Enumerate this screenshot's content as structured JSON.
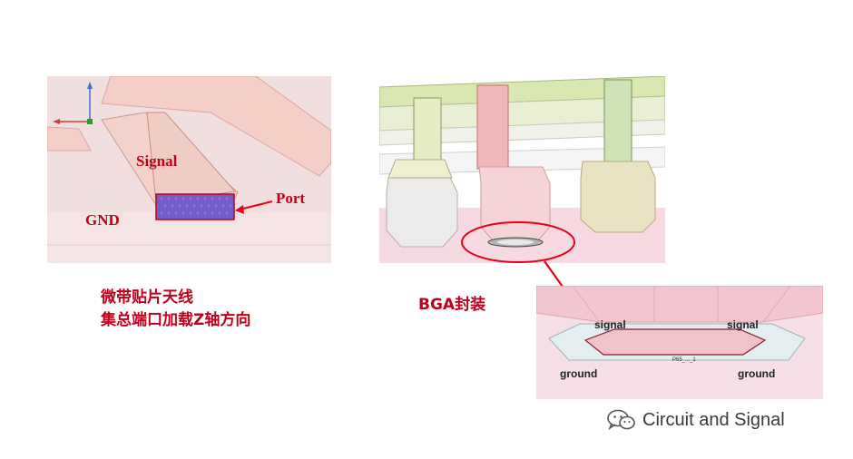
{
  "microstrip": {
    "labels": {
      "signal": "Signal",
      "gnd": "GND",
      "port": "Port"
    },
    "caption_line1": "微带贴片天线",
    "caption_line2": "集总端口加载Z轴方向"
  },
  "bga": {
    "caption": "BGA封装",
    "zoom_labels": {
      "signal_left": "signal",
      "signal_right": "signal",
      "ground_left": "ground",
      "ground_right": "ground",
      "center_tag": "P65_..._1"
    }
  },
  "watermark": {
    "text": "Circuit and Signal",
    "icon": "wechat-icon"
  },
  "colors": {
    "accent_red": "#c0001a",
    "arrow_red": "#e8001c",
    "pink_plane": "#f6d9d6"
  }
}
